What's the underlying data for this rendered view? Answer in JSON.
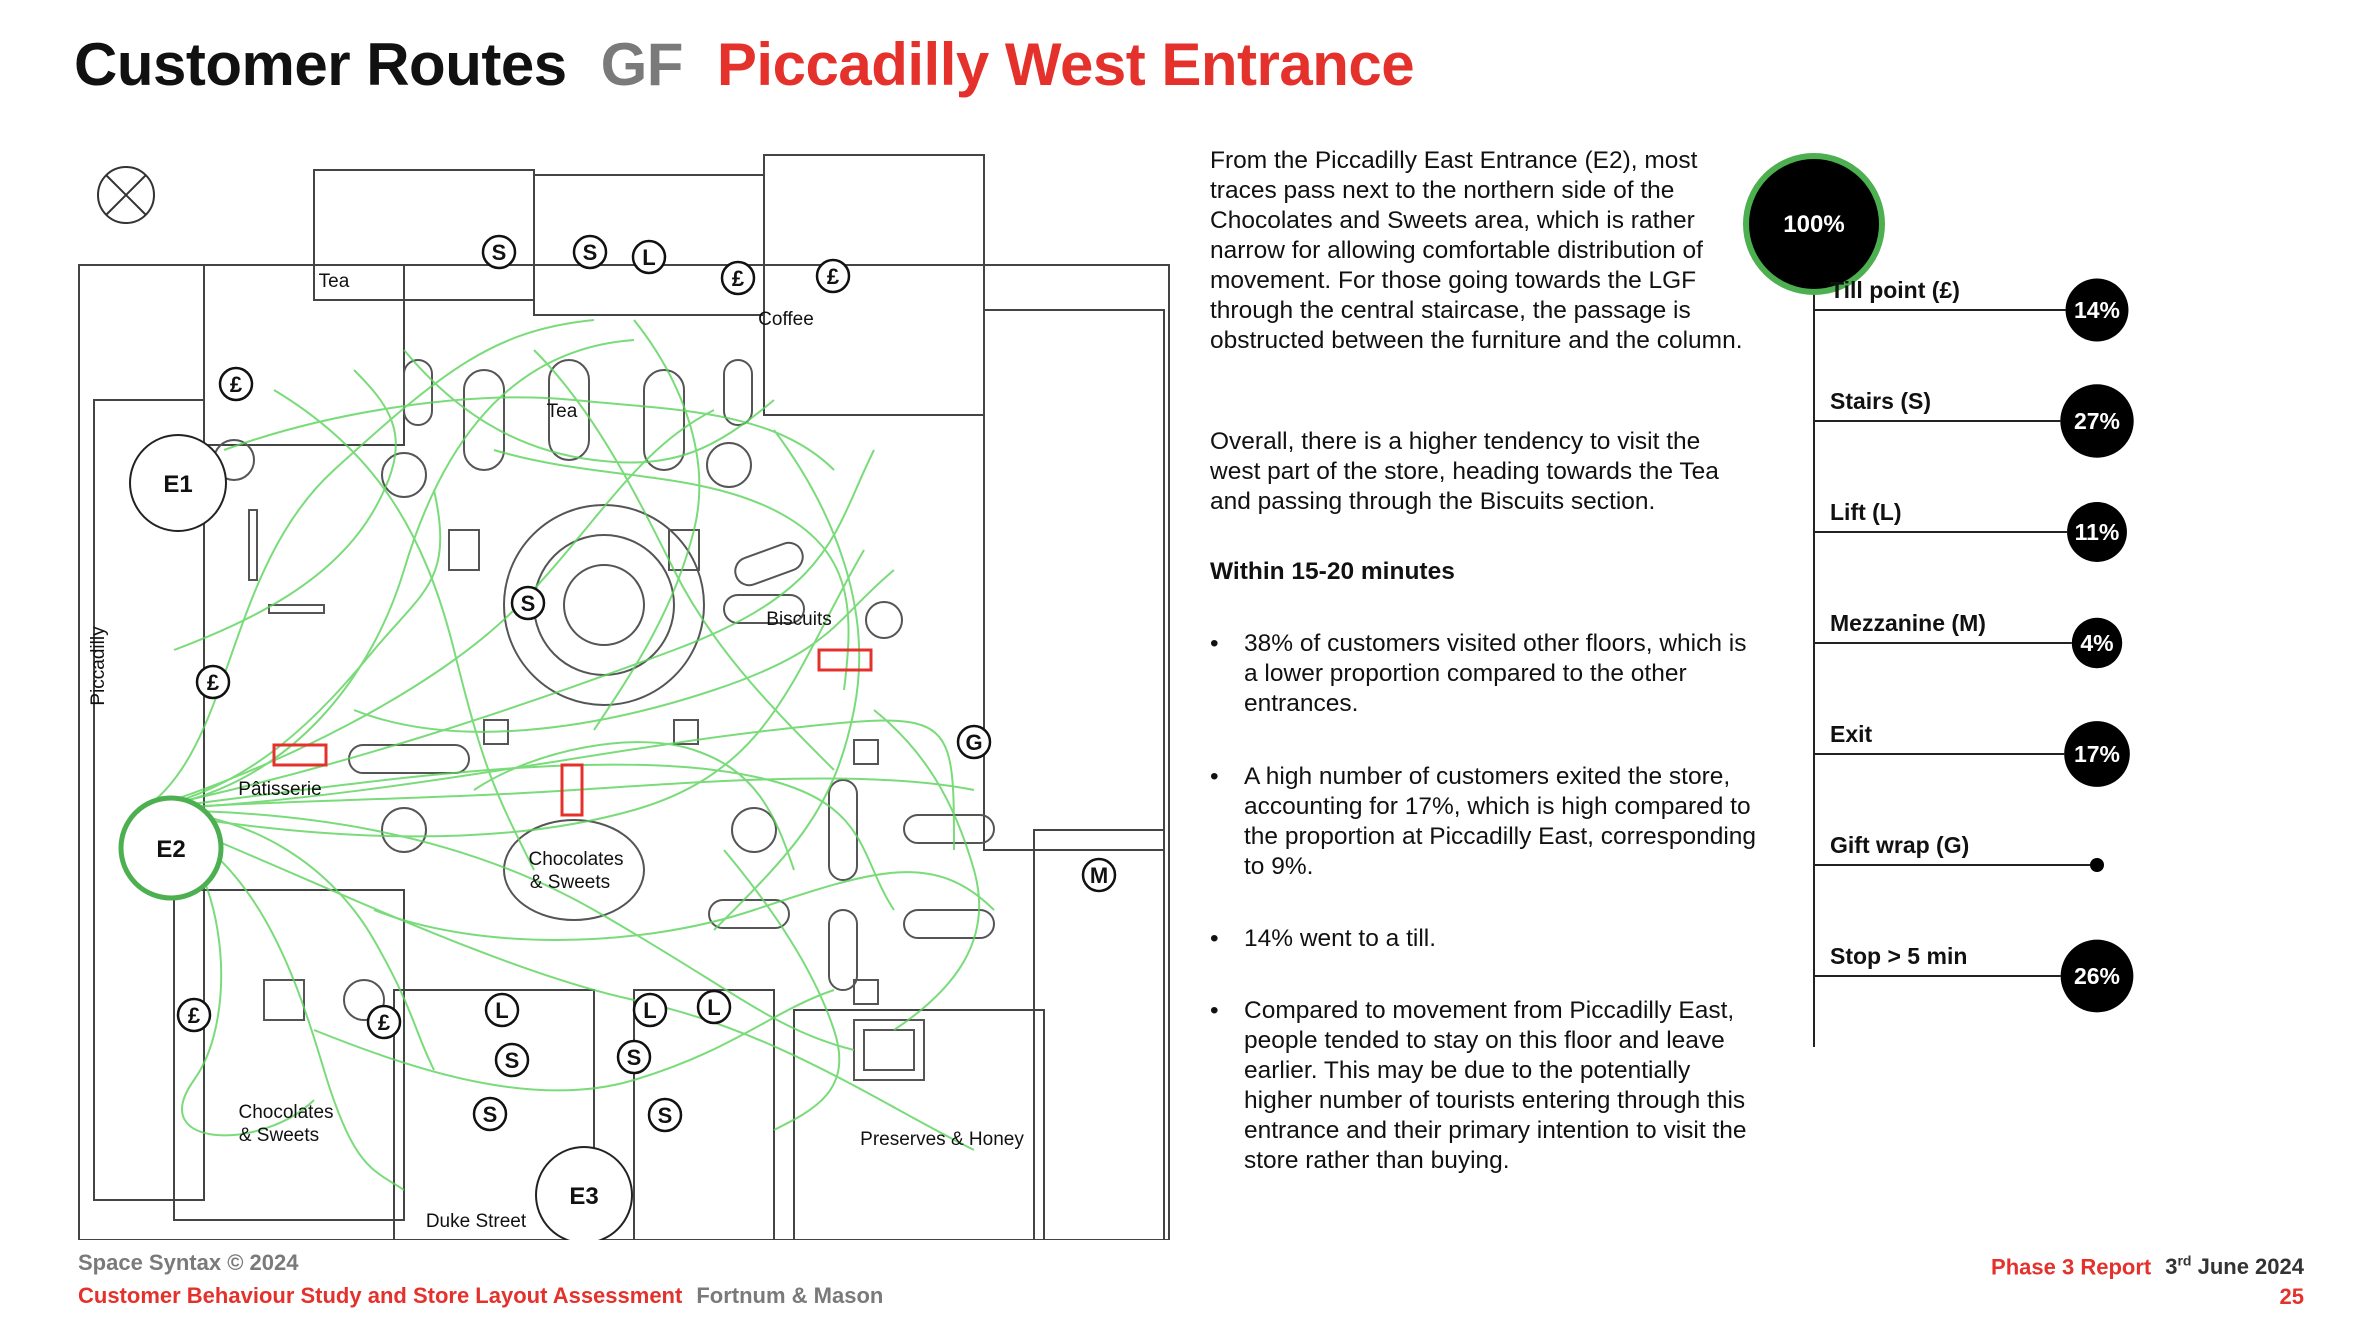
{
  "header": {
    "title_main": "Customer Routes",
    "title_floor": "GF",
    "title_entrance": "Piccadilly West Entrance"
  },
  "plan": {
    "labels": {
      "tea_top": "Tea",
      "tea_center": "Tea",
      "coffee": "Coffee",
      "biscuits": "Biscuits",
      "patisserie": "Pâtisserie",
      "chocolates_center_1": "Chocolates",
      "chocolates_center_2": "& Sweets",
      "chocolates_bottom_1": "Chocolates",
      "chocolates_bottom_2": "& Sweets",
      "preserves": "Preserves & Honey",
      "duke_street": "Duke Street",
      "piccadilly": "Piccadilly"
    },
    "markers": {
      "e1": "E1",
      "e2": "E2",
      "e3": "E3",
      "stairs": "S",
      "lift": "L",
      "till": "£",
      "gift": "G",
      "mezzanine": "M"
    }
  },
  "description": {
    "p1": "From the Piccadilly East Entrance (E2), most traces pass next to the northern side of the Chocolates and Sweets area, which is rather narrow for allowing comfortable distribution of movement. For those going towards the LGF through the central staircase, the passage is obstructed between the furniture and the column.",
    "p2": "Overall, there is a higher tendency to visit the west part of the store, heading towards the Tea and passing through the Biscuits section.",
    "heading": "Within 15-20 minutes",
    "bullet_symbol": "•",
    "bullets": [
      "38% of customers visited other floors, which is a lower proportion compared to the other entrances.",
      "A high number of customers exited the store, accounting for 17%, which is high compared to the proportion at Piccadilly East, corresponding to 9%.",
      "14% went to a till.",
      "Compared to movement from Piccadilly East, people tended to stay on this floor and leave earlier. This may be due to the potentially higher number of tourists entering through this entrance and their primary intention to visit the store rather than buying."
    ]
  },
  "flow": {
    "total": "100%",
    "total_ring_color": "#4caf50",
    "items": [
      {
        "label": "Till point (£)",
        "value": "14%",
        "pct": 14
      },
      {
        "label": "Stairs (S)",
        "value": "27%",
        "pct": 27
      },
      {
        "label": "Lift  (L)",
        "value": "11%",
        "pct": 11
      },
      {
        "label": "Mezzanine  (M)",
        "value": "4%",
        "pct": 4
      },
      {
        "label": "Exit",
        "value": "17%",
        "pct": 17
      },
      {
        "label": "Gift wrap (G)",
        "value": "",
        "pct": 0
      },
      {
        "label": "Stop > 5 min",
        "value": "26%",
        "pct": 26
      }
    ]
  },
  "footer": {
    "copyright": "Space Syntax © 2024",
    "study": "Customer Behaviour Study and Store Layout Assessment",
    "client": "Fortnum & Mason",
    "report": "Phase 3 Report",
    "date_day": "3",
    "date_sup": "rd",
    "date_rest": "June 2024",
    "page": "25"
  },
  "colors": {
    "accent": "#e5312b",
    "route": "#5ad35a",
    "entrance_ring": "#4caf50"
  }
}
